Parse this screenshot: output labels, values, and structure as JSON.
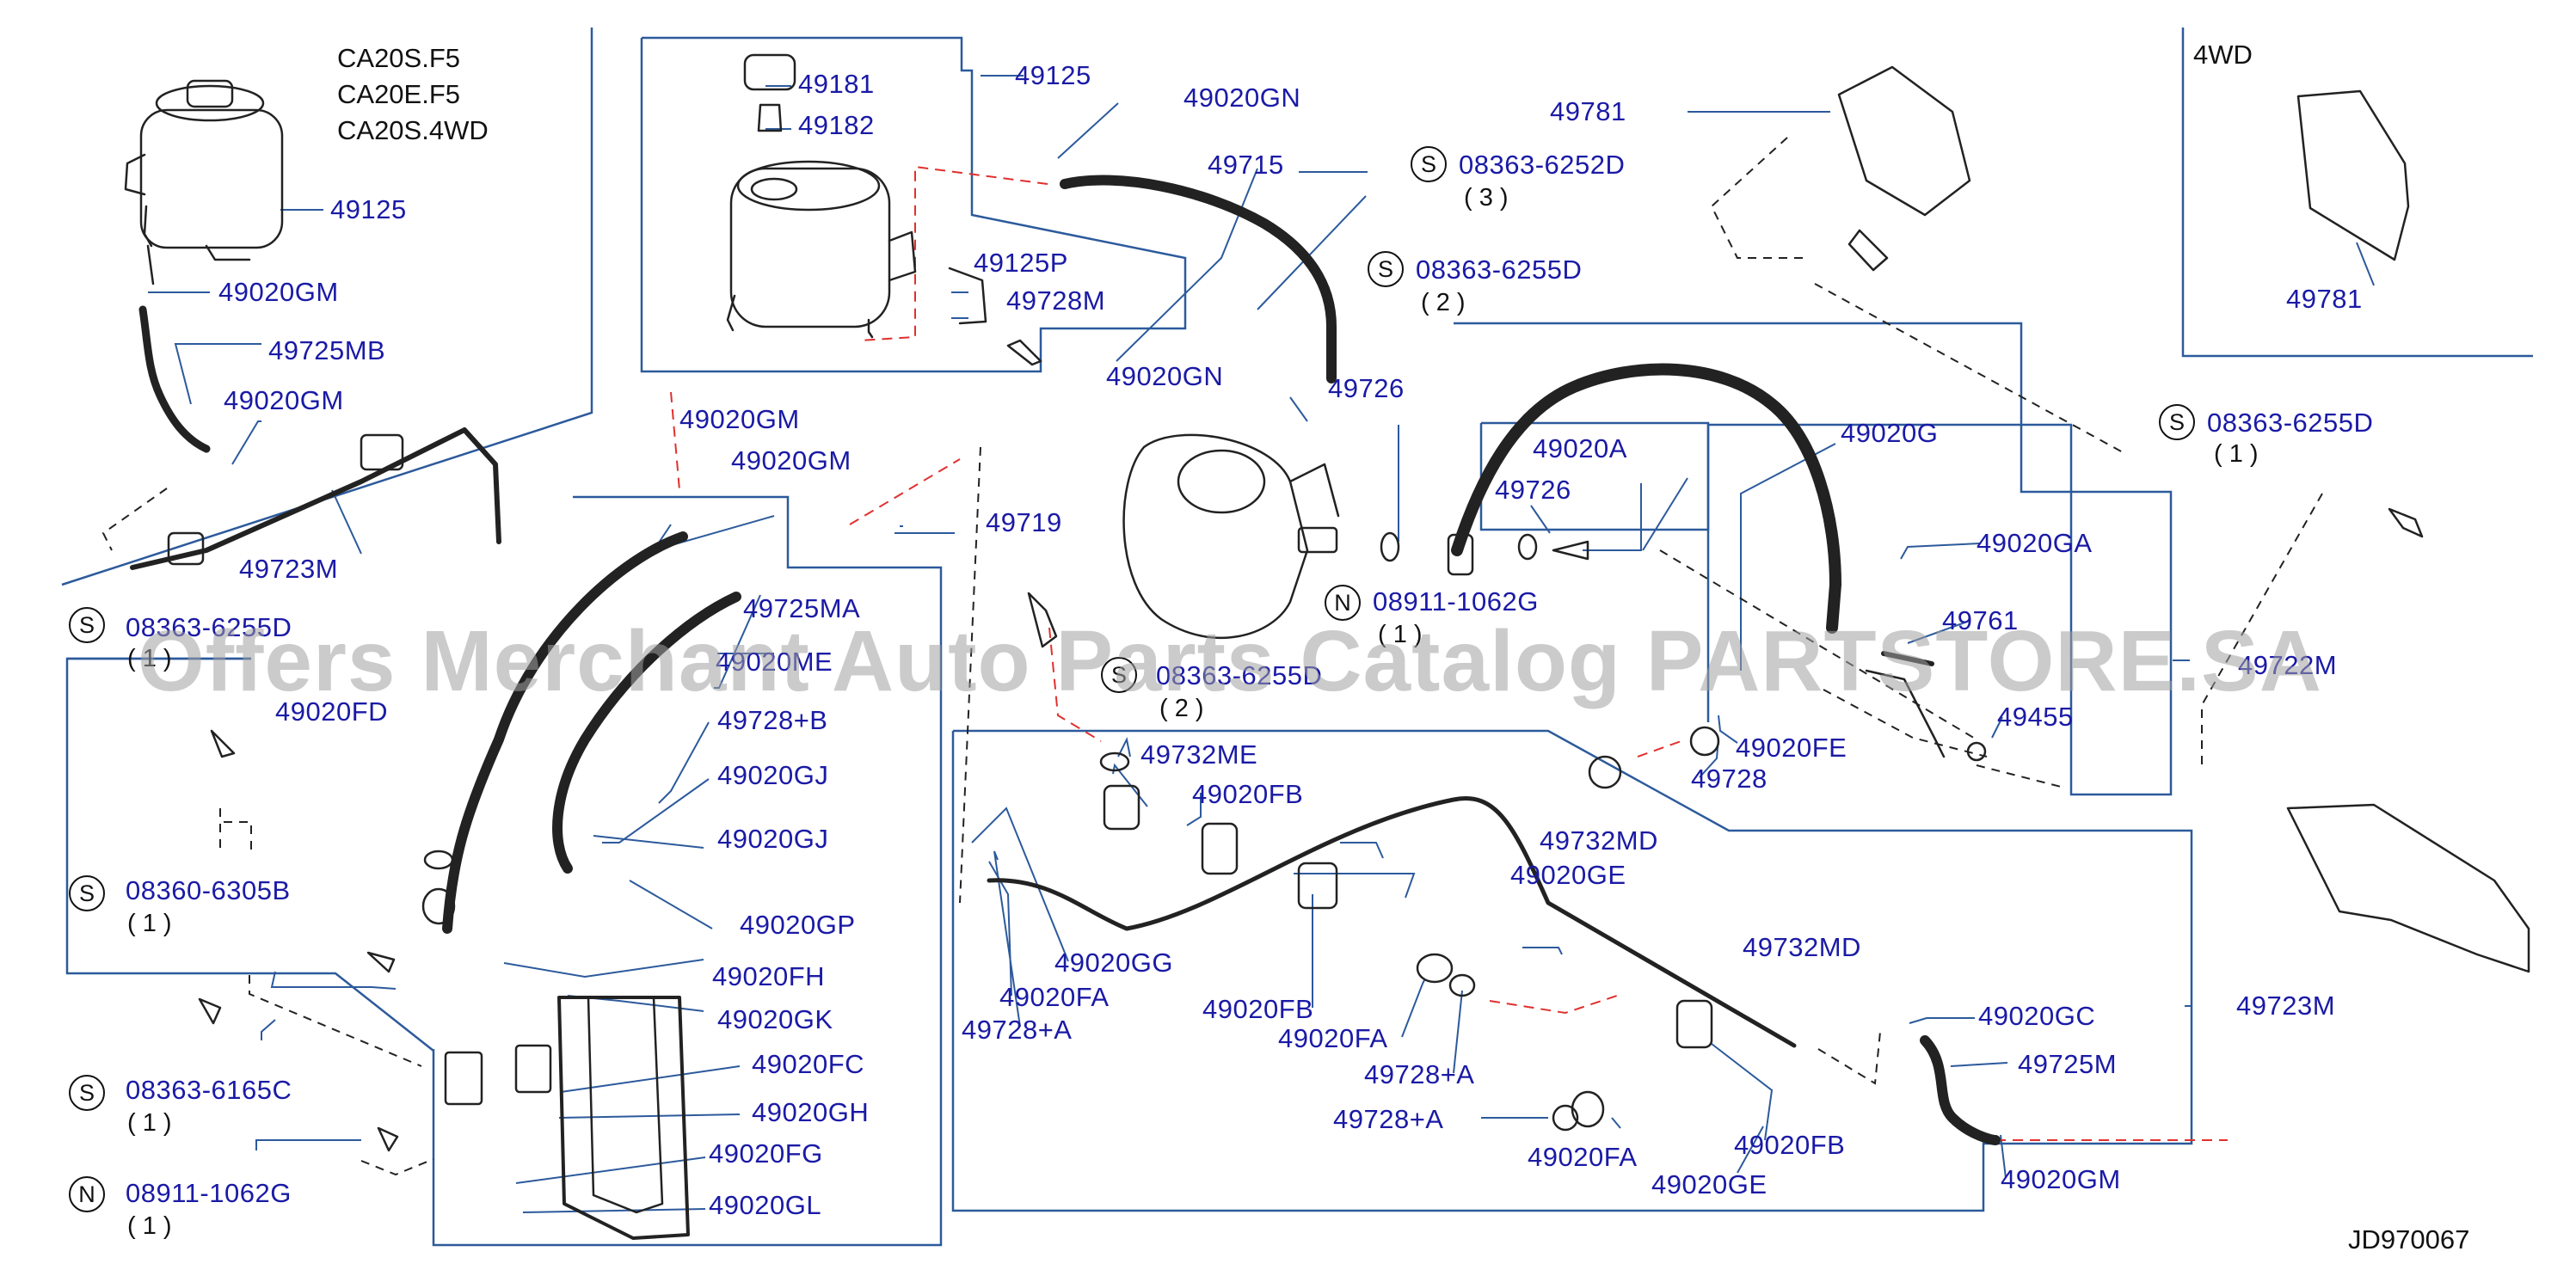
{
  "engine_codes": [
    "CA20S.F5",
    "CA20E.F5",
    "CA20S.4WD"
  ],
  "section_4wd": "4WD",
  "diagram_code": "JD970067",
  "watermark": "Offers Merchant Auto Parts Catalog PARTSTORE.SA",
  "parts": [
    {
      "id": "p1",
      "text": "49125"
    },
    {
      "id": "p2",
      "text": "49020GM"
    },
    {
      "id": "p3",
      "text": "49725MB"
    },
    {
      "id": "p4",
      "text": "49020GM"
    },
    {
      "id": "p5",
      "text": "49723M"
    },
    {
      "id": "p6",
      "text": "49181"
    },
    {
      "id": "p7",
      "text": "49182"
    },
    {
      "id": "p8",
      "text": "49125"
    },
    {
      "id": "p9",
      "text": "49020GN"
    },
    {
      "id": "p10",
      "text": "49715"
    },
    {
      "id": "p11",
      "text": "49125P"
    },
    {
      "id": "p12",
      "text": "49728M"
    },
    {
      "id": "p13",
      "text": "49020GN"
    },
    {
      "id": "p14",
      "text": "49726"
    },
    {
      "id": "p15",
      "text": "49781"
    },
    {
      "id": "p16",
      "text": "49781"
    },
    {
      "id": "p17",
      "text": "49020GM"
    },
    {
      "id": "p18",
      "text": "49020GM"
    },
    {
      "id": "p19",
      "text": "49719"
    },
    {
      "id": "p20",
      "text": "49725MA"
    },
    {
      "id": "p21",
      "text": "49020ME"
    },
    {
      "id": "p22",
      "text": "49020FD"
    },
    {
      "id": "p23",
      "text": "49728+B"
    },
    {
      "id": "p24",
      "text": "49020GJ"
    },
    {
      "id": "p25",
      "text": "49020GJ"
    },
    {
      "id": "p26",
      "text": "49020GP"
    },
    {
      "id": "p27",
      "text": "49020FH"
    },
    {
      "id": "p28",
      "text": "49020GK"
    },
    {
      "id": "p29",
      "text": "49020FC"
    },
    {
      "id": "p30",
      "text": "49020GH"
    },
    {
      "id": "p31",
      "text": "49020FG"
    },
    {
      "id": "p32",
      "text": "49020GL"
    },
    {
      "id": "p33",
      "text": "49020A"
    },
    {
      "id": "p34",
      "text": "49726"
    },
    {
      "id": "p35",
      "text": "49020G"
    },
    {
      "id": "p36",
      "text": "49020GA"
    },
    {
      "id": "p37",
      "text": "49761"
    },
    {
      "id": "p38",
      "text": "49722M"
    },
    {
      "id": "p39",
      "text": "49455"
    },
    {
      "id": "p40",
      "text": "49020FE"
    },
    {
      "id": "p41",
      "text": "49728"
    },
    {
      "id": "p42",
      "text": "49732ME"
    },
    {
      "id": "p43",
      "text": "49020FB"
    },
    {
      "id": "p44",
      "text": "49732MD"
    },
    {
      "id": "p45",
      "text": "49020GE"
    },
    {
      "id": "p46",
      "text": "49732MD"
    },
    {
      "id": "p47",
      "text": "49020GG"
    },
    {
      "id": "p48",
      "text": "49020FA"
    },
    {
      "id": "p49",
      "text": "49728+A"
    },
    {
      "id": "p50",
      "text": "49020FB"
    },
    {
      "id": "p51",
      "text": "49020FA"
    },
    {
      "id": "p52",
      "text": "49728+A"
    },
    {
      "id": "p53",
      "text": "49728+A"
    },
    {
      "id": "p54",
      "text": "49020FA"
    },
    {
      "id": "p55",
      "text": "49020FB"
    },
    {
      "id": "p56",
      "text": "49020GE"
    },
    {
      "id": "p57",
      "text": "49020GC"
    },
    {
      "id": "p58",
      "text": "49725M"
    },
    {
      "id": "p59",
      "text": "49723M"
    },
    {
      "id": "p60",
      "text": "49020GM"
    }
  ],
  "fasteners": [
    {
      "id": "f1",
      "symbol": "S",
      "code": "08363-6252D",
      "qty": "( 3 )"
    },
    {
      "id": "f2",
      "symbol": "S",
      "code": "08363-6255D",
      "qty": "( 2 )"
    },
    {
      "id": "f3",
      "symbol": "S",
      "code": "08363-6255D",
      "qty": "( 1 )"
    },
    {
      "id": "f4",
      "symbol": "S",
      "code": "08363-6255D",
      "qty": "( 1 )"
    },
    {
      "id": "f5",
      "symbol": "N",
      "code": "08911-1062G",
      "qty": "( 1 )"
    },
    {
      "id": "f6",
      "symbol": "S",
      "code": "08363-6255D",
      "qty": "( 2 )"
    },
    {
      "id": "f7",
      "symbol": "S",
      "code": "08360-6305B",
      "qty": "( 1 )"
    },
    {
      "id": "f8",
      "symbol": "S",
      "code": "08363-6165C",
      "qty": "( 1 )"
    },
    {
      "id": "f9",
      "symbol": "N",
      "code": "08911-1062G",
      "qty": "( 1 )"
    }
  ]
}
